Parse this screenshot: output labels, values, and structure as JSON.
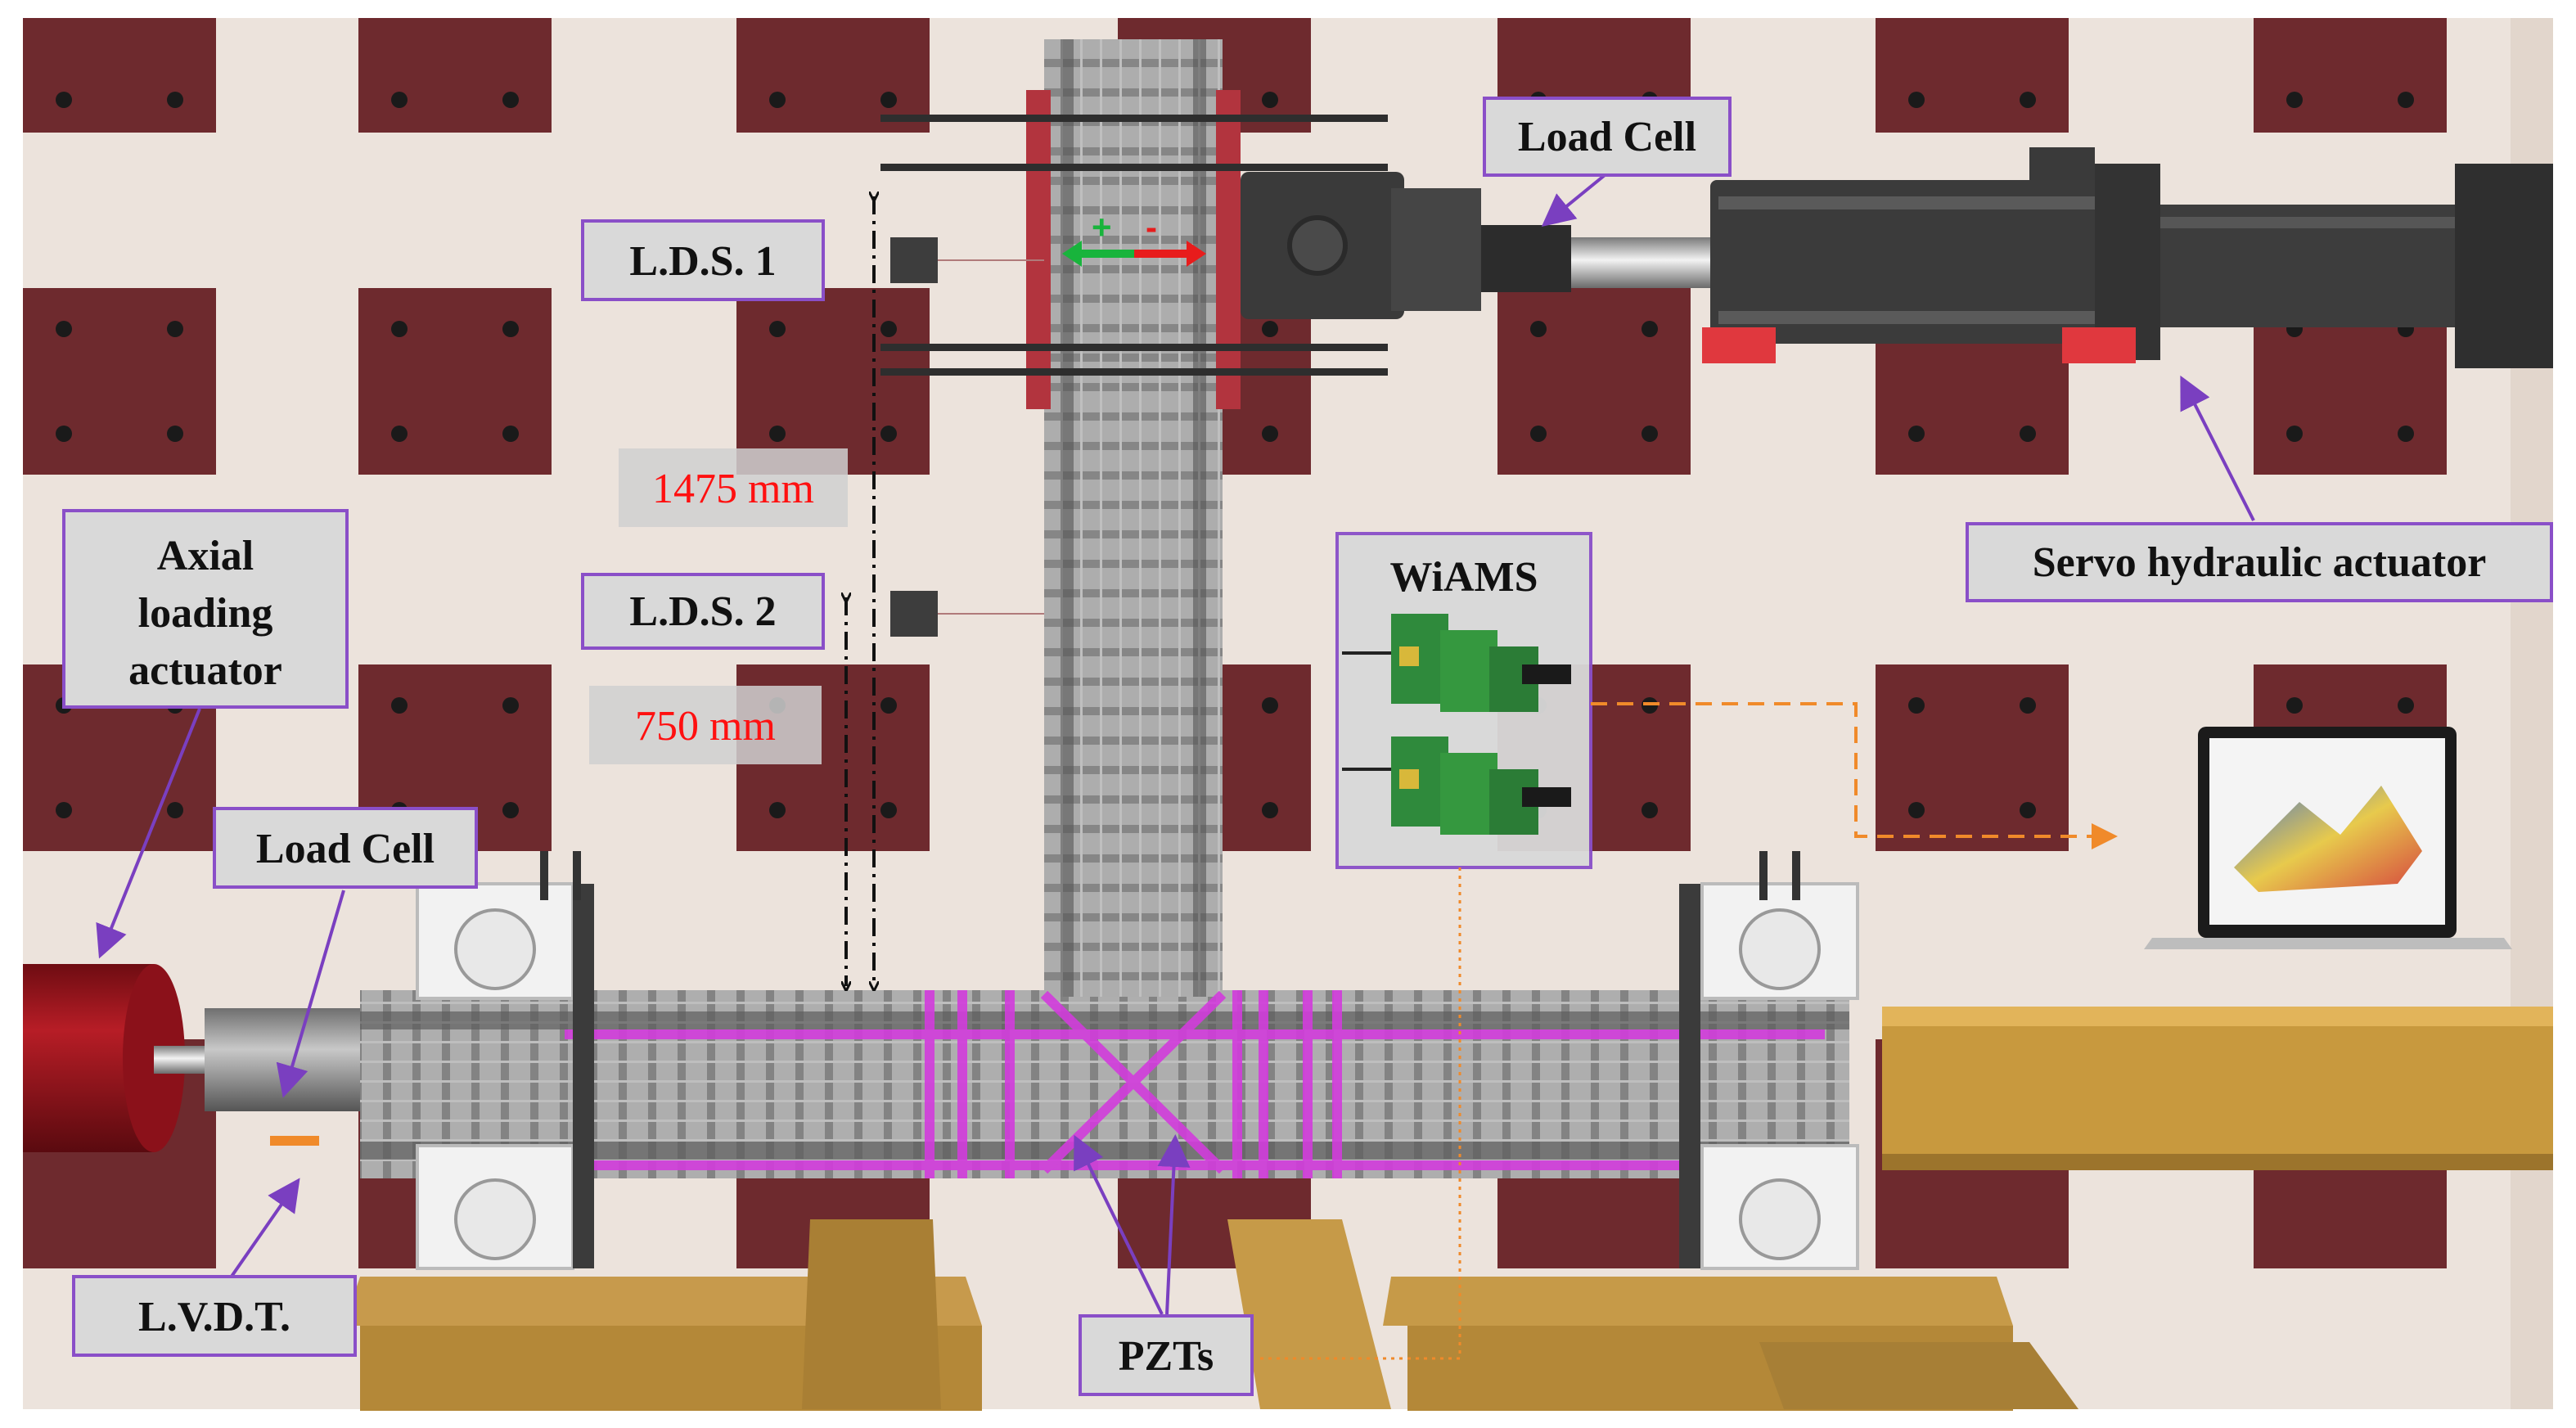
{
  "labels": {
    "load_cell_top": "Load Cell",
    "lds1": "L.D.S. 1",
    "lds2": "L.D.S. 2",
    "dim_1475": "1475 mm",
    "dim_750": "750 mm",
    "axial_line1": "Axial",
    "axial_line2": "loading",
    "axial_line3": "actuator",
    "load_cell_left": "Load Cell",
    "lvdt": "L.V.D.T.",
    "wiams": "WiAMS",
    "servo": "Servo hydraulic actuator",
    "pzts": "PZTs",
    "plus": "+",
    "minus": "-"
  },
  "colors": {
    "wall": "#ece3dc",
    "panel": "#6e2a2e",
    "label_box_border": "#8a4fc8",
    "label_box_fill": "#d9d9d9",
    "dimension_text": "#ff1010",
    "pzt_magenta": "#d23cdc",
    "actuator_red": "#a3141c",
    "signal_orange": "#f08a2a",
    "arrow_green": "#18b43c",
    "arrow_red": "#e81c1c"
  },
  "icons": [
    "laptop-icon",
    "sensor-board-icon",
    "arrow-icon"
  ]
}
